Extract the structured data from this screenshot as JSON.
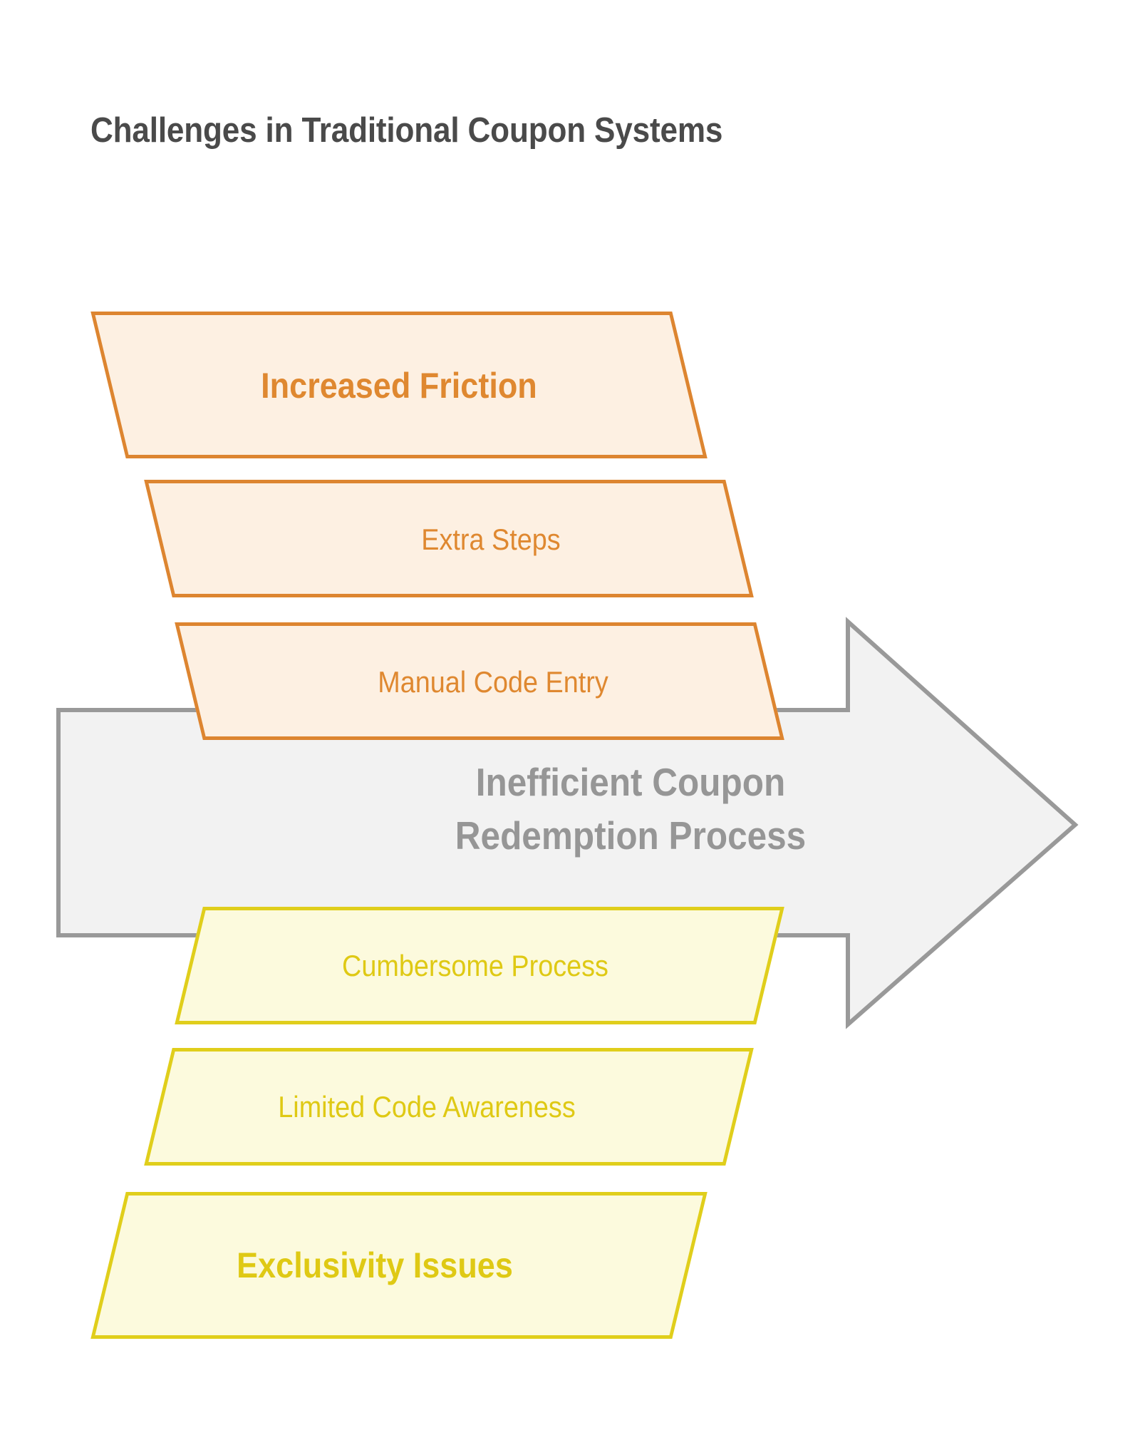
{
  "page": {
    "title": "Challenges in Traditional Coupon Systems",
    "background_color": "#ffffff"
  },
  "center_arrow": {
    "label": "Inefficient Coupon\nRedemption Process",
    "fill_color": "#f2f2f2",
    "stroke_color": "#999999",
    "text_color": "#969696",
    "direction": "right"
  },
  "bands": [
    {
      "id": "increased-friction",
      "label": "Increased Friction",
      "group": "orange",
      "emphasis": "bold",
      "fill_color": "#fdf0e2",
      "border_color": "#dd8530",
      "text_color": "#df8830"
    },
    {
      "id": "extra-steps",
      "label": "Extra Steps",
      "group": "orange",
      "emphasis": "regular",
      "fill_color": "#fdf0e2",
      "border_color": "#dd8530",
      "text_color": "#df8830"
    },
    {
      "id": "manual-code-entry",
      "label": "Manual Code Entry",
      "group": "orange",
      "emphasis": "regular",
      "fill_color": "#fdf0e2",
      "border_color": "#dd8530",
      "text_color": "#df8830"
    },
    {
      "id": "cumbersome-process",
      "label": "Cumbersome Process",
      "group": "yellow",
      "emphasis": "regular",
      "fill_color": "#fcfadd",
      "border_color": "#e0ce1b",
      "text_color": "#dfc914"
    },
    {
      "id": "limited-code-awareness",
      "label": "Limited Code Awareness",
      "group": "yellow",
      "emphasis": "regular",
      "fill_color": "#fcfadd",
      "border_color": "#e0ce1b",
      "text_color": "#dfc914"
    },
    {
      "id": "exclusivity-issues",
      "label": "Exclusivity Issues",
      "group": "yellow",
      "emphasis": "bold",
      "fill_color": "#fcfadd",
      "border_color": "#e0ce1b",
      "text_color": "#dfc914"
    }
  ]
}
